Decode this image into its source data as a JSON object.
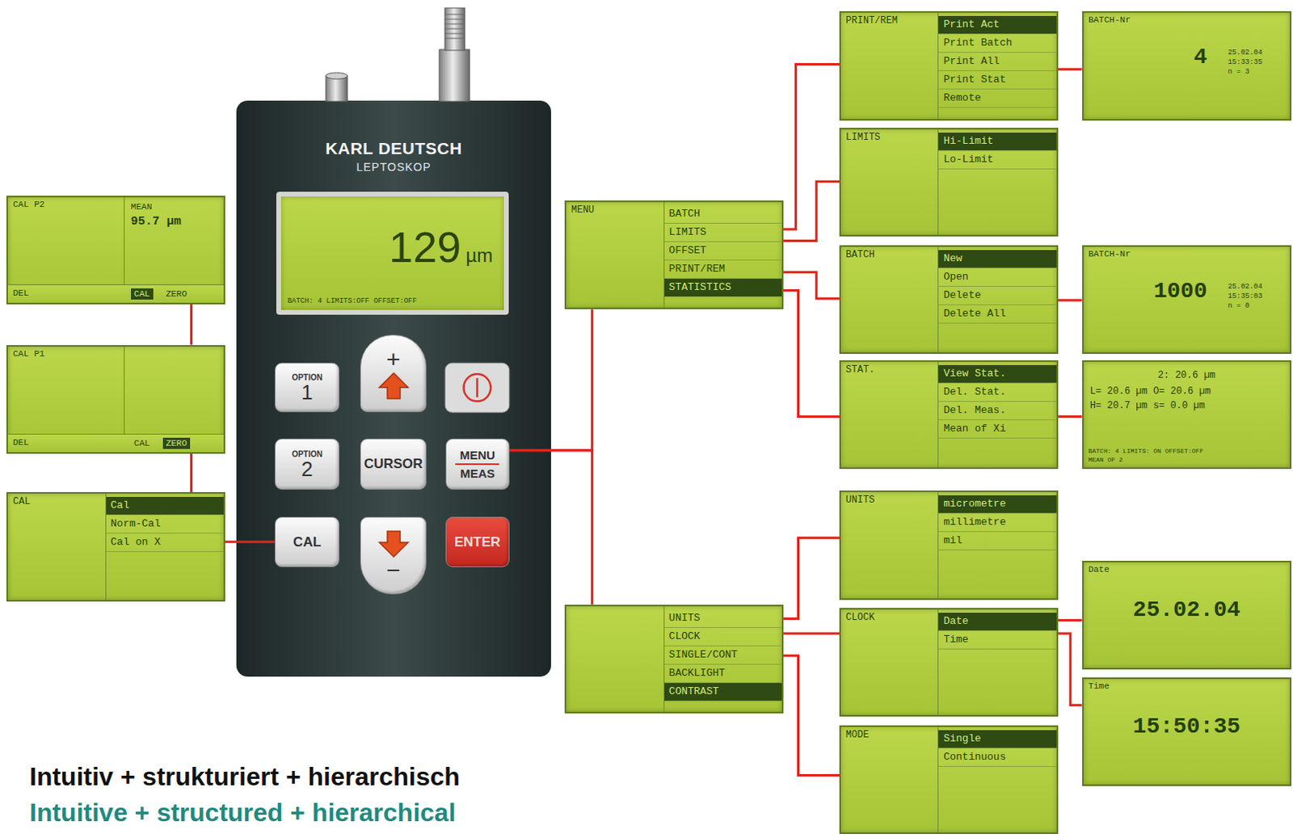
{
  "diagram": {
    "nodes": [
      {
        "text": [
          "KARL DEUTSCH",
          "LEPTOSKOP"
        ]
      },
      {
        "text": [
          "129",
          "µm",
          "BATCH: 4 LIMITS:OFF OFFSET:OFF"
        ],
        "in": 0
      },
      {
        "text": [
          "OPTION",
          "1"
        ],
        "in": 0
      },
      {
        "text": [
          "+"
        ],
        "in": 0
      },
      {
        "text": [
          "OPTION",
          "2"
        ],
        "in": 0
      },
      {
        "text": [
          "CURSOR"
        ],
        "in": 0
      },
      {
        "text": [
          "MENU",
          "MEAS"
        ],
        "in": 0
      },
      {
        "text": [
          "CAL"
        ],
        "in": 0
      },
      {
        "text": [
          "−"
        ],
        "in": 0
      },
      {
        "text": [
          "ENTER"
        ],
        "in": 0
      },
      {
        "text": [
          "CAL P2",
          "MEAN",
          "95.7 µm",
          "DEL",
          "CAL",
          "ZERO"
        ]
      },
      {
        "text": [
          "CAL P1",
          "DEL",
          "CAL",
          "ZERO"
        ]
      },
      {
        "text": [
          "CAL",
          "Cal",
          "Norm-Cal",
          "Cal on X"
        ]
      },
      {
        "text": [
          "MENU",
          "BATCH",
          "LIMITS",
          "OFFSET",
          "PRINT/REM",
          "STATISTICS"
        ]
      },
      {
        "text": [
          "UNITS",
          "CLOCK",
          "SINGLE/CONT",
          "BACKLIGHT",
          "CONTRAST"
        ]
      },
      {
        "text": [
          "PRINT/REM",
          "Print Act",
          "Print Batch",
          "Print All",
          "Print Stat",
          "Remote"
        ]
      },
      {
        "text": [
          "LIMITS",
          "Hi-Limit",
          "Lo-Limit"
        ]
      },
      {
        "text": [
          "BATCH",
          "New",
          "Open",
          "Delete",
          "Delete All"
        ]
      },
      {
        "text": [
          "STAT.",
          "View Stat.",
          "Del. Stat.",
          "Del. Meas.",
          "Mean of Xi"
        ]
      },
      {
        "text": [
          "UNITS",
          "micrometre",
          "millimetre",
          "mil"
        ]
      },
      {
        "text": [
          "CLOCK",
          "Date",
          "Time"
        ]
      },
      {
        "text": [
          "MODE",
          "Single",
          "Continuous"
        ]
      },
      {
        "text": [
          "BATCH-Nr",
          "4",
          "25.02.04",
          "15:33:35",
          "n = 3"
        ]
      },
      {
        "text": [
          "BATCH-Nr",
          "1000",
          "25.02.04",
          "15:35:03",
          "n = 0"
        ]
      },
      {
        "text": [
          "2: 20.6 µm",
          "L= 20.6 µm O= 20.6 µm",
          "H= 20.7 µm s= 0.0 µm",
          "BATCH: 4 LIMITS: ON OFFSET:OFF",
          "MEAN OF 2"
        ]
      },
      {
        "text": [
          "Date",
          "25.02.04"
        ]
      },
      {
        "text": [
          "Time",
          "15:50:35"
        ]
      }
    ],
    "edges": [
      {
        "from": 7,
        "to": 12,
        "arrow": "none"
      },
      {
        "from": 12,
        "to": 11,
        "arrow": "none"
      },
      {
        "from": 11,
        "to": 10,
        "arrow": "none"
      },
      {
        "from": 6,
        "to": 13,
        "arrow": "none"
      },
      {
        "from": 6,
        "to": 14,
        "arrow": "none"
      },
      {
        "from": 13,
        "to": 15,
        "arrow": "none"
      },
      {
        "from": 13,
        "to": 16,
        "arrow": "none"
      },
      {
        "from": 13,
        "to": 17,
        "arrow": "none"
      },
      {
        "from": 13,
        "to": 18,
        "arrow": "none"
      },
      {
        "from": 14,
        "to": 19,
        "arrow": "none"
      },
      {
        "from": 14,
        "to": 20,
        "arrow": "none"
      },
      {
        "from": 14,
        "to": 21,
        "arrow": "none"
      },
      {
        "from": 15,
        "to": 22,
        "arrow": "none"
      },
      {
        "from": 17,
        "to": 23,
        "arrow": "none"
      },
      {
        "from": 18,
        "to": 24,
        "arrow": "none"
      },
      {
        "from": 20,
        "to": 25,
        "arrow": "none"
      },
      {
        "from": 20,
        "to": 26,
        "arrow": "none"
      }
    ],
    "labels": [
      "Intuitiv + strukturiert + hierarchisch",
      "Intuitive + structured + hierarchical"
    ]
  }
}
